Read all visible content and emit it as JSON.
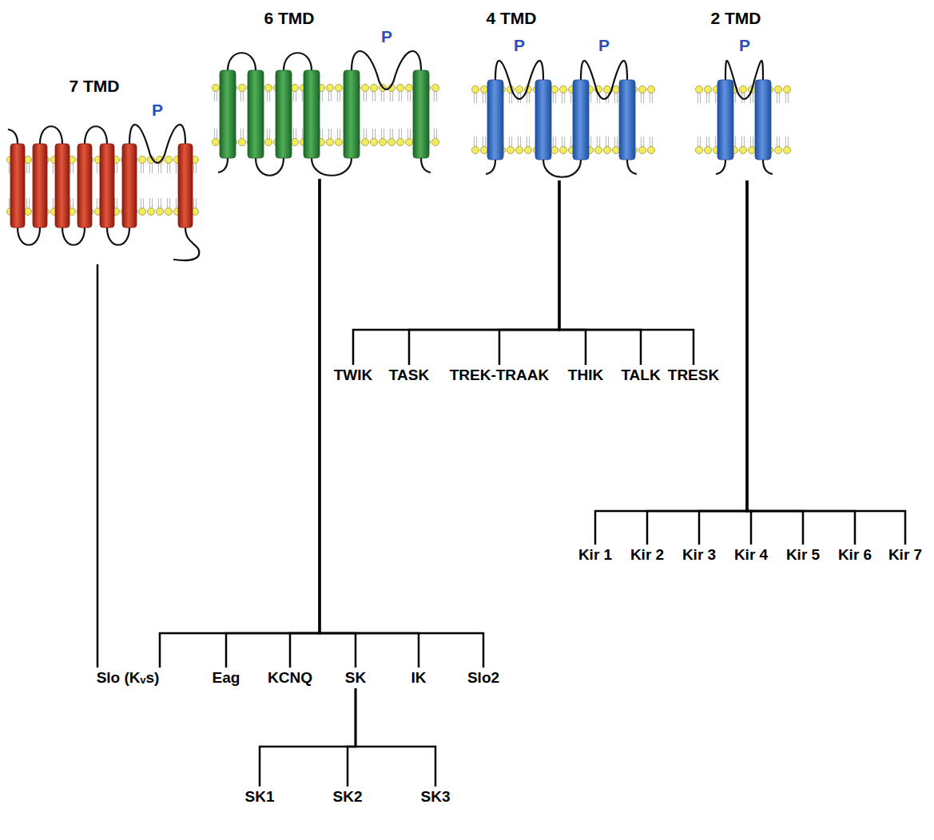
{
  "diagram": {
    "nodes": [
      {
        "text": [
          "7 TMD"
        ]
      },
      {
        "text": [
          "6 TMD"
        ]
      },
      {
        "text": [
          "4 TMD"
        ]
      },
      {
        "text": [
          "2 TMD"
        ]
      },
      {
        "text": [
          "TWIK"
        ]
      },
      {
        "text": [
          "TASK"
        ]
      },
      {
        "text": [
          "TREK-TRAAK"
        ]
      },
      {
        "text": [
          "THIK"
        ]
      },
      {
        "text": [
          "TALK"
        ]
      },
      {
        "text": [
          "TRESK"
        ]
      },
      {
        "text": [
          "Kir 1"
        ]
      },
      {
        "text": [
          "Kir 2"
        ]
      },
      {
        "text": [
          "Kir 3"
        ]
      },
      {
        "text": [
          "Kir 4"
        ]
      },
      {
        "text": [
          "Kir 5"
        ]
      },
      {
        "text": [
          "Kir 6"
        ]
      },
      {
        "text": [
          "Kir 7"
        ]
      },
      {
        "text": [
          "Slo (Kᵥs)"
        ]
      },
      {
        "text": [
          "Eag"
        ]
      },
      {
        "text": [
          "KCNQ"
        ]
      },
      {
        "text": [
          "SK"
        ]
      },
      {
        "text": [
          "IK"
        ]
      },
      {
        "text": [
          "Slo2"
        ]
      },
      {
        "text": [
          "SK1"
        ]
      },
      {
        "text": [
          "SK2"
        ]
      },
      {
        "text": [
          "SK3"
        ]
      }
    ],
    "edges": [
      {
        "from": 0,
        "to": 17,
        "arrow": "none"
      },
      {
        "from": 1,
        "to": 17,
        "arrow": "none"
      },
      {
        "from": 1,
        "to": 18,
        "arrow": "none"
      },
      {
        "from": 1,
        "to": 19,
        "arrow": "none"
      },
      {
        "from": 1,
        "to": 20,
        "arrow": "none"
      },
      {
        "from": 1,
        "to": 21,
        "arrow": "none"
      },
      {
        "from": 1,
        "to": 22,
        "arrow": "none"
      },
      {
        "from": 2,
        "to": 4,
        "arrow": "none"
      },
      {
        "from": 2,
        "to": 5,
        "arrow": "none"
      },
      {
        "from": 2,
        "to": 6,
        "arrow": "none"
      },
      {
        "from": 2,
        "to": 7,
        "arrow": "none"
      },
      {
        "from": 2,
        "to": 8,
        "arrow": "none"
      },
      {
        "from": 2,
        "to": 9,
        "arrow": "none"
      },
      {
        "from": 3,
        "to": 10,
        "arrow": "none"
      },
      {
        "from": 3,
        "to": 11,
        "arrow": "none"
      },
      {
        "from": 3,
        "to": 12,
        "arrow": "none"
      },
      {
        "from": 3,
        "to": 13,
        "arrow": "none"
      },
      {
        "from": 3,
        "to": 14,
        "arrow": "none"
      },
      {
        "from": 3,
        "to": 15,
        "arrow": "none"
      },
      {
        "from": 3,
        "to": 16,
        "arrow": "none"
      },
      {
        "from": 20,
        "to": 23,
        "arrow": "none"
      },
      {
        "from": 20,
        "to": 24,
        "arrow": "none"
      },
      {
        "from": 20,
        "to": 25,
        "arrow": "none"
      }
    ],
    "labels": [
      "P",
      "P",
      "P",
      "P",
      "P"
    ]
  }
}
